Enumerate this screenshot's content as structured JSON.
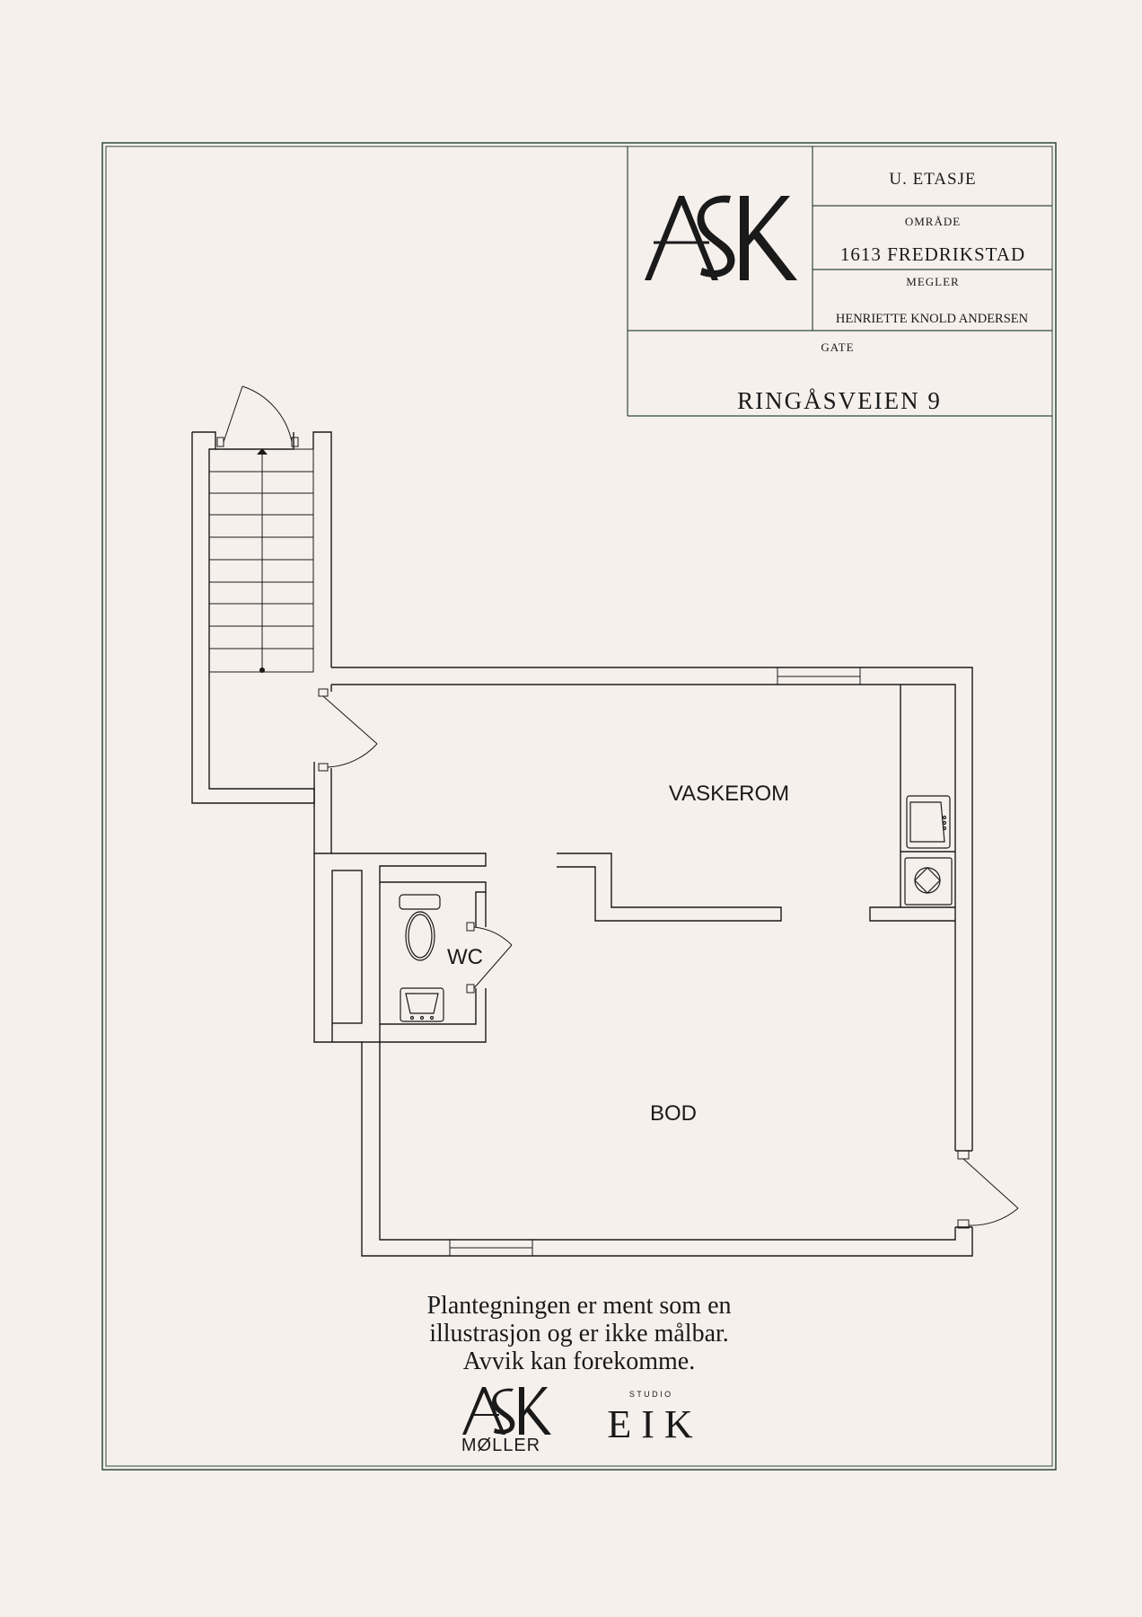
{
  "title_block": {
    "floor": "U. ETASJE",
    "area_label": "OMRÅDE",
    "area_value": "1613 FREDRIKSTAD",
    "agent_label": "MEGLER",
    "agent_value": "HENRIETTE KNOLD ANDERSEN",
    "street_label": "GATE",
    "street_value": "RINGÅSVEIEN 9",
    "logo_text": "ASK"
  },
  "rooms": {
    "vaskerom": "VASKEROM",
    "wc": "WC",
    "bod": "BOD"
  },
  "disclaimer": {
    "line1": "Plantegningen er ment som en",
    "line2": "illustrasjon og er ikke målbar.",
    "line3": "Avvik kan forekomme."
  },
  "footer": {
    "ask_logo": "ASK",
    "ask_sub": "MØLLER",
    "studio_small": "S T U D I O",
    "studio_name": "E I K"
  },
  "colors": {
    "background": "#f6f0ed",
    "frame": "#2f4a35",
    "ink": "#1a1a1a"
  }
}
